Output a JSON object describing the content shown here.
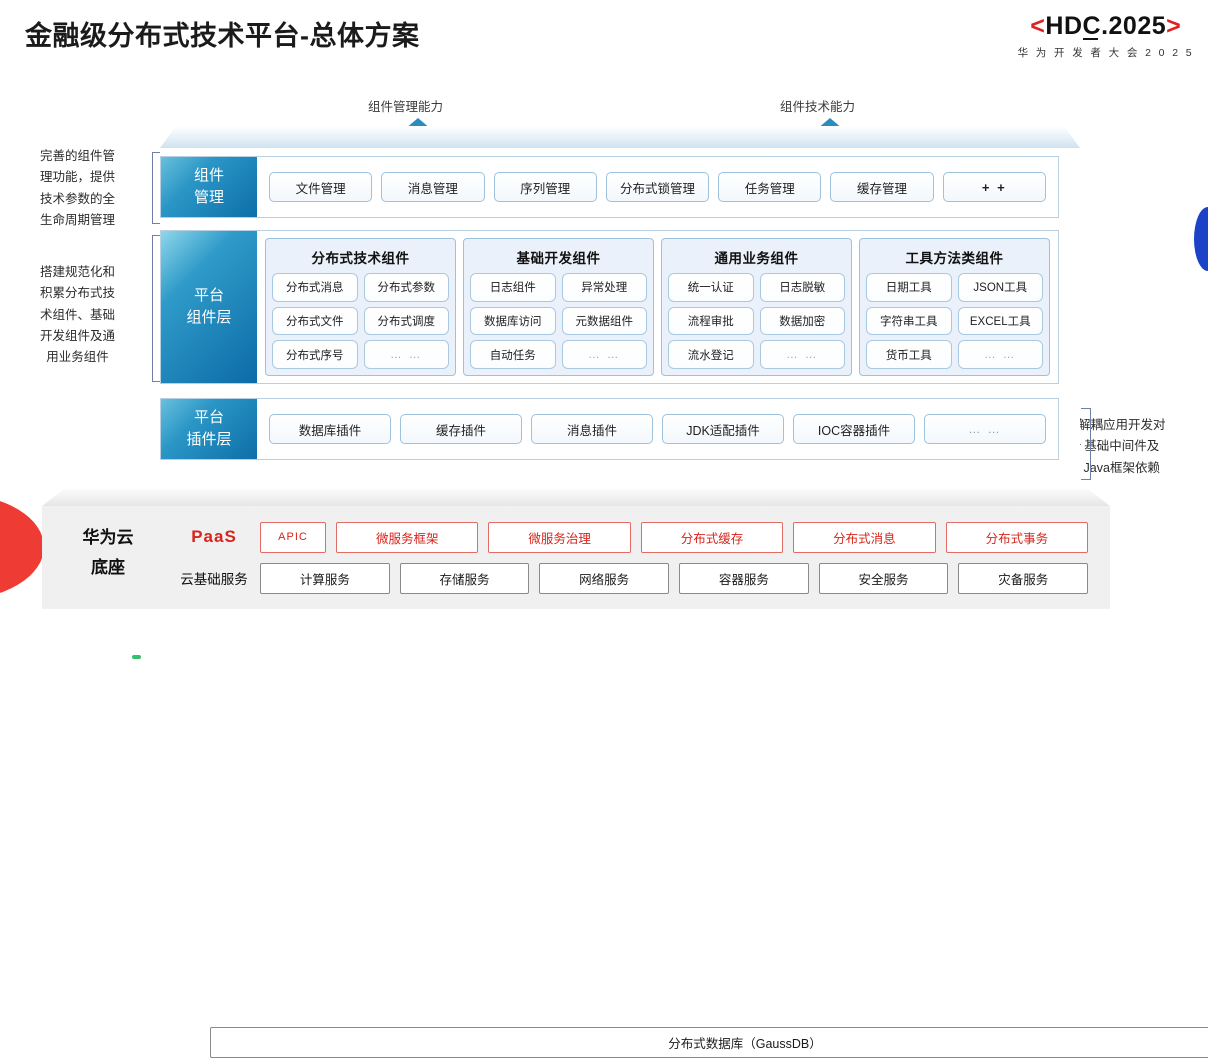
{
  "header": {
    "title": "金融级分布式技术平台-总体方案",
    "logo_main_prefix": "<",
    "logo_main_a": "HD",
    "logo_main_c": "C",
    "logo_main_b": ".2025",
    "logo_main_suffix": ">",
    "logo_sub": "华 为 开 发 者 大 会 2 0 2 5"
  },
  "arrows": {
    "left_caption": "组件管理能力",
    "right_caption": "组件技术能力"
  },
  "notes": {
    "left_1": "完善的组件管\n理功能，提供\n技术参数的全\n生命周期管理",
    "left_2": "搭建规范化和\n积累分布式技\n术组件、基础\n开发组件及通\n用业务组件",
    "right": "解耦应用开发对\n基础中间件及\nJava框架依赖"
  },
  "rows": {
    "component_management": {
      "badge": "组件\n管理",
      "items": [
        "文件管理",
        "消息管理",
        "序列管理",
        "分布式锁管理",
        "任务管理",
        "缓存管理",
        "+ +"
      ]
    },
    "platform_component_layer": {
      "badge": "平台\n组件层",
      "groups": [
        {
          "title": "分布式技术组件",
          "lines": [
            [
              "分布式消息",
              "分布式参数"
            ],
            [
              "分布式文件",
              "分布式调度"
            ],
            [
              "分布式序号",
              "… …"
            ]
          ]
        },
        {
          "title": "基础开发组件",
          "lines": [
            [
              "日志组件",
              "异常处理"
            ],
            [
              "数据库访问",
              "元数据组件"
            ],
            [
              "自动任务",
              "… …"
            ]
          ]
        },
        {
          "title": "通用业务组件",
          "lines": [
            [
              "统一认证",
              "日志脱敏"
            ],
            [
              "流程审批",
              "数据加密"
            ],
            [
              "流水登记",
              "… …"
            ]
          ]
        },
        {
          "title": "工具方法类组件",
          "lines": [
            [
              "日期工具",
              "JSON工具"
            ],
            [
              "字符串工具",
              "EXCEL工具"
            ],
            [
              "货币工具",
              "… …"
            ]
          ]
        }
      ]
    },
    "plugin_layer": {
      "badge": "平台\n插件层",
      "items": [
        "数据库插件",
        "缓存插件",
        "消息插件",
        "JDK适配插件",
        "IOC容器插件",
        "… …"
      ]
    }
  },
  "base": {
    "label": "华为云\n底座",
    "paas_label": "PaaS",
    "paas_items": [
      "APIC",
      "微服务框架",
      "微服务治理",
      "分布式缓存",
      "分布式消息",
      "分布式事务",
      "分布式数据库（GaussDB）"
    ],
    "cloud_label": "云基础服务",
    "cloud_items": [
      "计算服务",
      "存储服务",
      "网络服务",
      "容器服务",
      "安全服务",
      "灾备服务"
    ]
  },
  "colors": {
    "brand_red": "#d7241c",
    "brand_blue": "#0d6fa8",
    "accent_blue": "#1c42c8",
    "accent_red": "#ee3b34"
  }
}
